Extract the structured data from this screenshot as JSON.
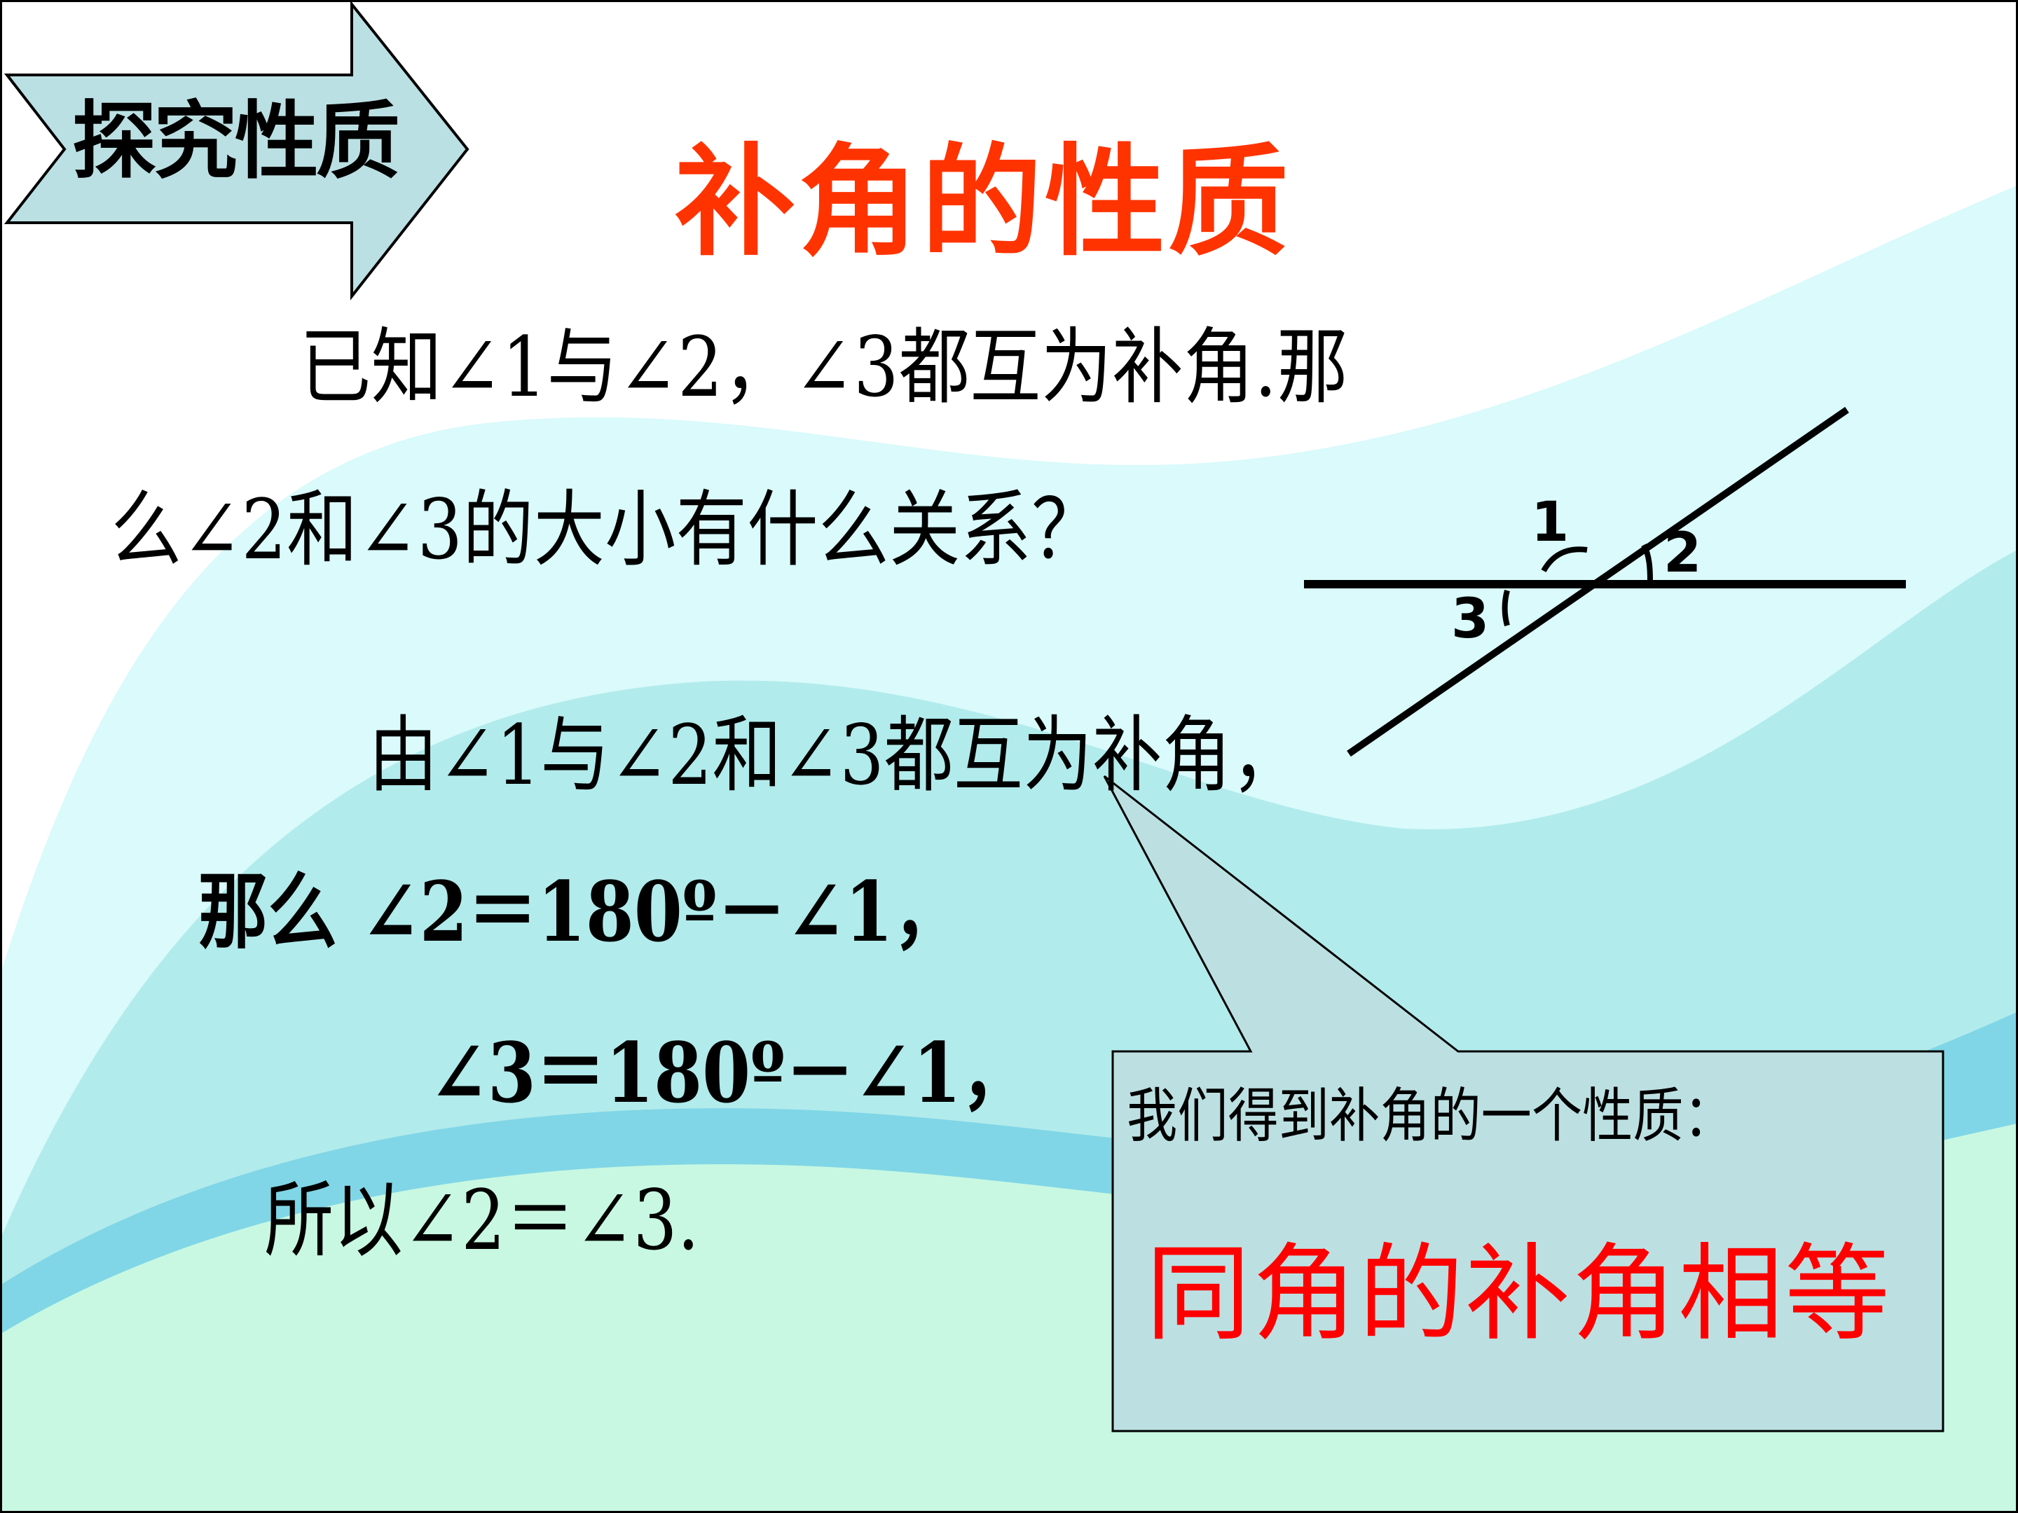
{
  "badge": {
    "label": "探究性质",
    "fill": "#BBE0E3",
    "icon": "right-arrow-banner-icon"
  },
  "title": {
    "text": "补角的性质",
    "color": "#FF3300"
  },
  "question": {
    "line1": "已知∠1与∠2，∠3都互为补角.那",
    "line2": "么∠2和∠3的大小有什么关系？"
  },
  "solution": {
    "line1": "由∠1与∠2和∠3都互为补角，",
    "line2": "那么 ∠2＝180º－∠1，",
    "line3": "∠3＝180º－∠1，",
    "line4": "所以∠2＝∠3."
  },
  "diagram": {
    "labels": {
      "angle1": "1",
      "angle2": "2",
      "angle3": "3"
    },
    "icon": "intersecting-lines-angle-diagram"
  },
  "callout": {
    "caption": "我们得到补角的一个性质：",
    "conclusion": "同角的补角相等",
    "fill": "#BCE0E2",
    "conclusion_color": "#FF0000"
  },
  "colors": {
    "background_top": "#FFFFFF",
    "wave_light": "#DAFAFB",
    "wave_mid": "#B2EBEC",
    "wave_band": "#80D6E6",
    "background_bottom": "#C8F8E2"
  }
}
